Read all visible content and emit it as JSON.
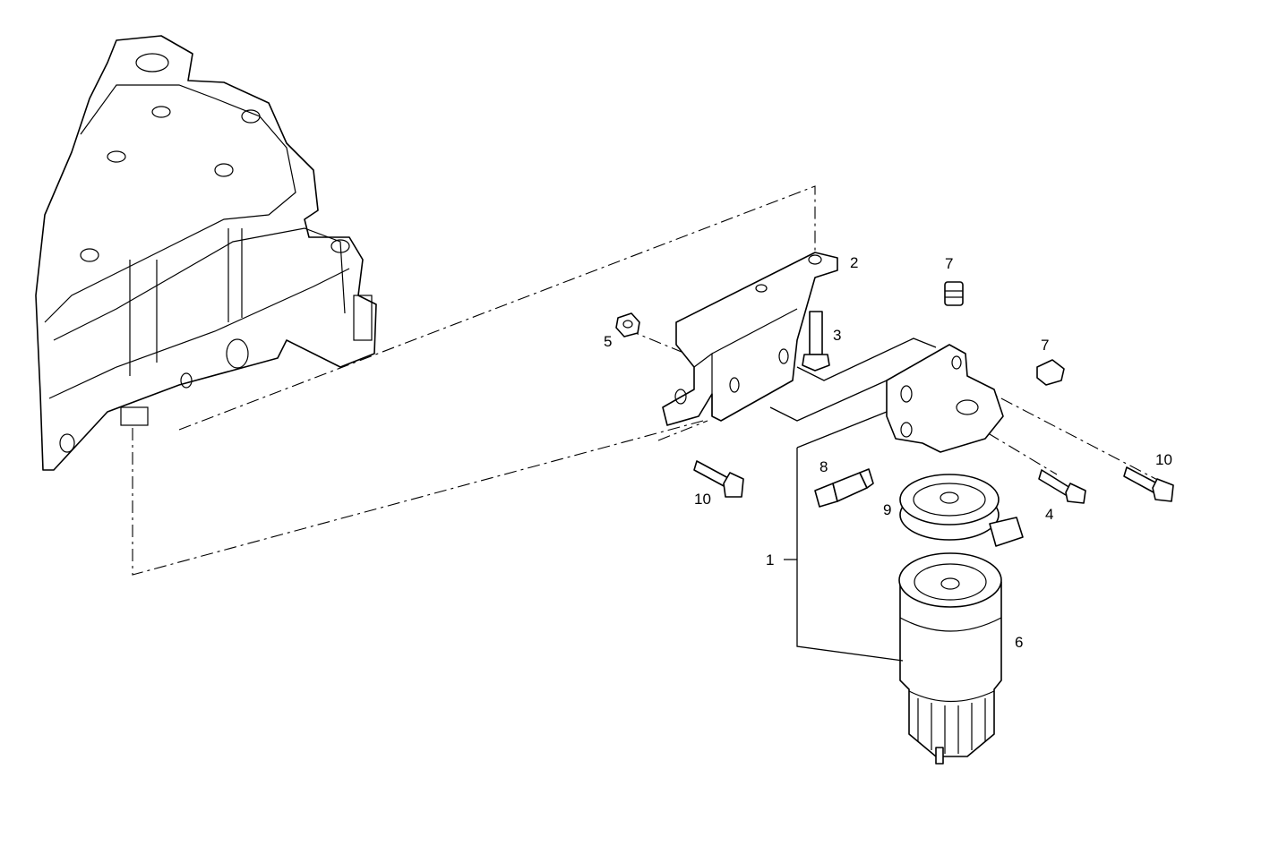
{
  "diagram": {
    "type": "exploded-parts-view",
    "callouts": [
      {
        "id": "callout-1",
        "text": "1"
      },
      {
        "id": "callout-2",
        "text": "2"
      },
      {
        "id": "callout-3",
        "text": "3"
      },
      {
        "id": "callout-4",
        "text": "4"
      },
      {
        "id": "callout-5",
        "text": "5"
      },
      {
        "id": "callout-6",
        "text": "6"
      },
      {
        "id": "callout-7a",
        "text": "7"
      },
      {
        "id": "callout-7b",
        "text": "7"
      },
      {
        "id": "callout-8",
        "text": "8"
      },
      {
        "id": "callout-9",
        "text": "9"
      },
      {
        "id": "callout-10a",
        "text": "10"
      },
      {
        "id": "callout-10b",
        "text": "10"
      }
    ]
  }
}
